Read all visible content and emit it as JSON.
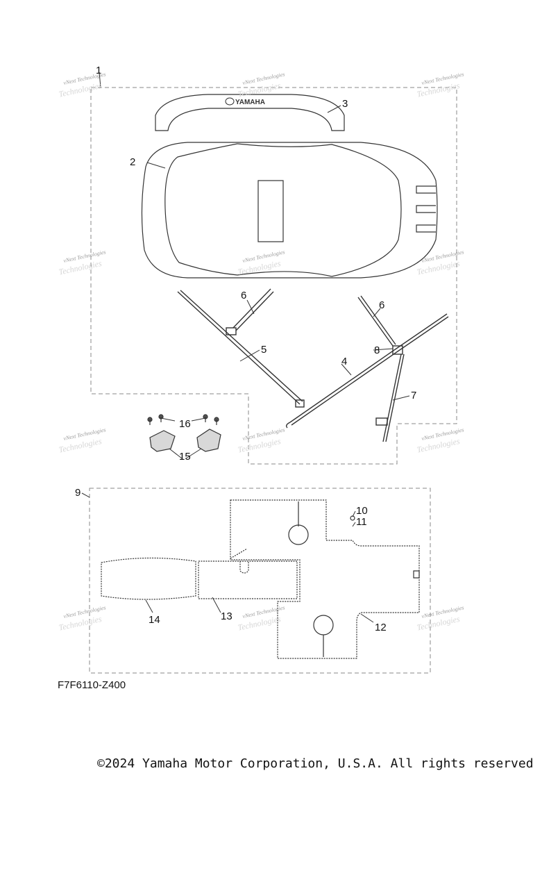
{
  "diagram": {
    "watermark_line1": "vNext Technologies",
    "watermark_line2": "Technologies",
    "logo_text": "YAMAHA",
    "callouts": [
      "1",
      "2",
      "3",
      "4",
      "5",
      "6",
      "6",
      "7",
      "8",
      "9",
      "10",
      "11",
      "12",
      "13",
      "14",
      "15",
      "16"
    ]
  },
  "footer": {
    "drawing_code": "F7F6110-Z400",
    "copyright": "©2024 Yamaha Motor Corporation, U.S.A. All rights reserved."
  },
  "colors": {
    "line": "#333333",
    "dash": "#888888",
    "watermark": "#9a9a9a"
  }
}
